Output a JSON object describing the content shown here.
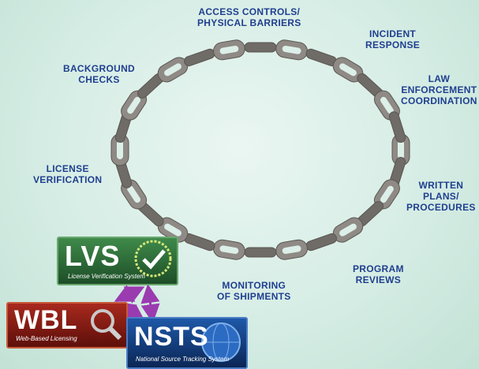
{
  "labels": {
    "access_controls": [
      "ACCESS CONTROLS/",
      "PHYSICAL BARRIERS"
    ],
    "incident_response": [
      "INCIDENT",
      "RESPONSE"
    ],
    "law_enforcement": [
      "LAW",
      "ENFORCEMENT",
      "COORDINATION"
    ],
    "written_plans": [
      "WRITTEN",
      "PLANS/",
      "PROCEDURES"
    ],
    "program_reviews": [
      "PROGRAM",
      "REVIEWS"
    ],
    "monitoring": [
      "MONITORING",
      "OF SHIPMENTS"
    ],
    "license_verification": [
      "LICENSE",
      "VERIFICATION"
    ],
    "background_checks": [
      "BACKGROUND",
      "CHECKS"
    ]
  },
  "logos": {
    "lvs": {
      "main": "LVS",
      "sub": "License Verification System"
    },
    "wbl": {
      "main": "WBL",
      "sub": "Web-Based Licensing"
    },
    "nsts": {
      "main": "NSTS",
      "sub": "National Source Tracking System"
    }
  },
  "colors": {
    "label": "#1f3f8f",
    "chain": "#8f8a85",
    "arrow": "#9b3bb0",
    "lvs_bg": "#2f6e3a",
    "wbl_bg": "#8a1b12",
    "nsts_bg": "#123a7a"
  }
}
